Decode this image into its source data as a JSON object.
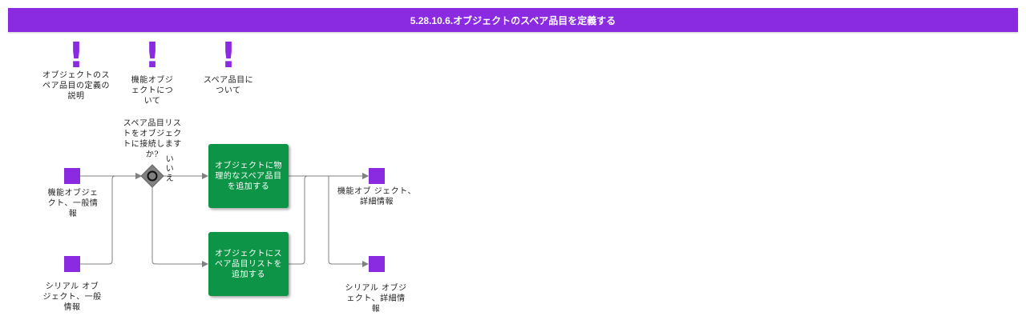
{
  "header": {
    "title": "5.28.10.6.オブジェクトのスペア品目を定義する"
  },
  "notes": [
    {
      "label": "オブジェクトのスペア品目の定義の説明"
    },
    {
      "label": "機能オブジェクトについて"
    },
    {
      "label": "スペア品目について"
    }
  ],
  "gateway": {
    "question": "スペア品目リストをオブジェクトに接続しますか?",
    "no_label": "いいえ"
  },
  "inputs": {
    "functional_general": "機能オブジェクト、一般情報",
    "serial_general": "シリアル オブジェクト、一般情報"
  },
  "tasks": {
    "add_physical": "オブジェクトに物理的なスペア品目を追加する",
    "add_list": "オブジェクトにスペア品目リストを追加する"
  },
  "outputs": {
    "functional_detail": "機能オブ ジェクト、詳細情報",
    "serial_detail": "シリアル オブジェクト、詳細情報"
  },
  "colors": {
    "accent": "#8a2be2",
    "task": "#0e9447",
    "gateway": "#808080",
    "connector": "#808080"
  }
}
